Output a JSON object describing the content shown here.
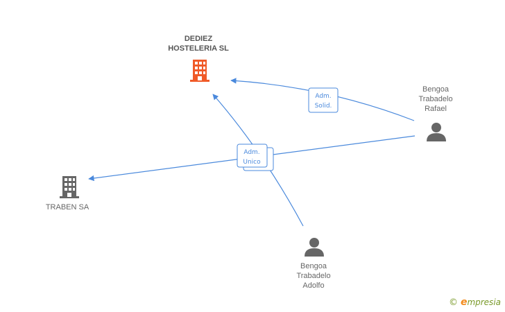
{
  "nodes": {
    "dediez": {
      "label": "DEDIEZ\nHOSTELERIA SL",
      "color": "#f05a28"
    },
    "traben": {
      "label": "TRABEN SA",
      "color": "#666666"
    },
    "rafael": {
      "label": "Bengoa\nTrabadelo\nRafael",
      "color": "#666666"
    },
    "adolfo": {
      "label": "Bengoa\nTrabadelo\nAdolfo",
      "color": "#666666"
    }
  },
  "edges": {
    "solid_label": "Adm.\nSolid.",
    "unico_label": "Adm.\nUnico",
    "color": "#4a89dc"
  },
  "footer": {
    "copyright": "©",
    "brand_initial": "e",
    "brand_rest": "mpresia"
  }
}
